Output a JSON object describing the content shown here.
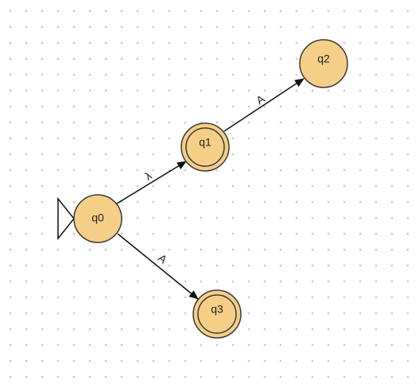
{
  "colors": {
    "state_fill": "#f5cf87",
    "state_stroke": "#3a3a3a",
    "edge": "#111111"
  },
  "states": [
    {
      "id": "q0",
      "label": "q0",
      "initial": true,
      "accepting": false
    },
    {
      "id": "q1",
      "label": "q1",
      "initial": false,
      "accepting": true
    },
    {
      "id": "q2",
      "label": "q2",
      "initial": false,
      "accepting": false
    },
    {
      "id": "q3",
      "label": "q3",
      "initial": false,
      "accepting": true
    }
  ],
  "transitions": [
    {
      "from": "q0",
      "to": "q1",
      "label": "λ"
    },
    {
      "from": "q1",
      "to": "q2",
      "label": "A"
    },
    {
      "from": "q0",
      "to": "q3",
      "label": "A"
    }
  ]
}
